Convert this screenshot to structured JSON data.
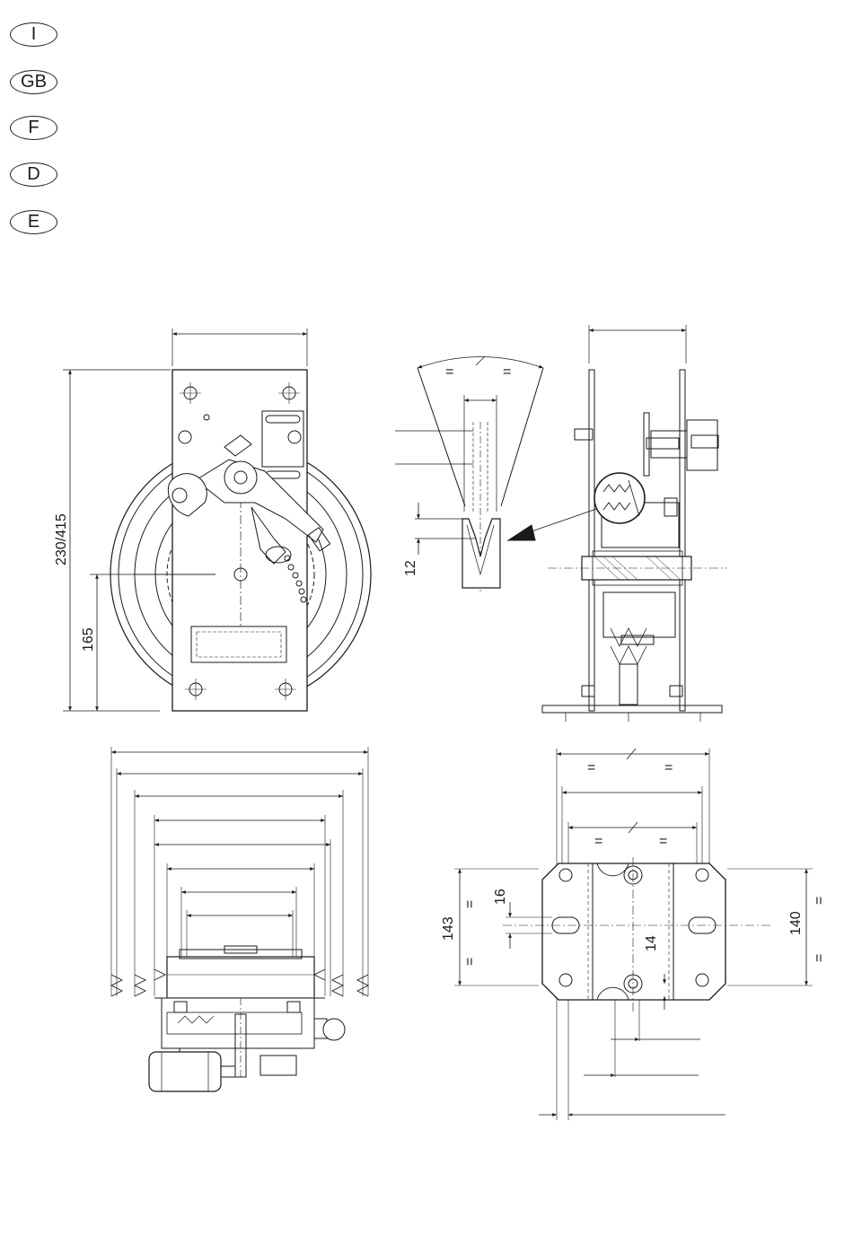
{
  "language_badges": [
    "I",
    "GB",
    "F",
    "D",
    "E"
  ],
  "dimensions": {
    "height_total": "230/415",
    "shaft_height": "165",
    "groove_depth": "12",
    "base_143": "143",
    "base_140": "140",
    "slot_16": "16",
    "slot_14": "14"
  },
  "symbols": {
    "equal": "="
  }
}
